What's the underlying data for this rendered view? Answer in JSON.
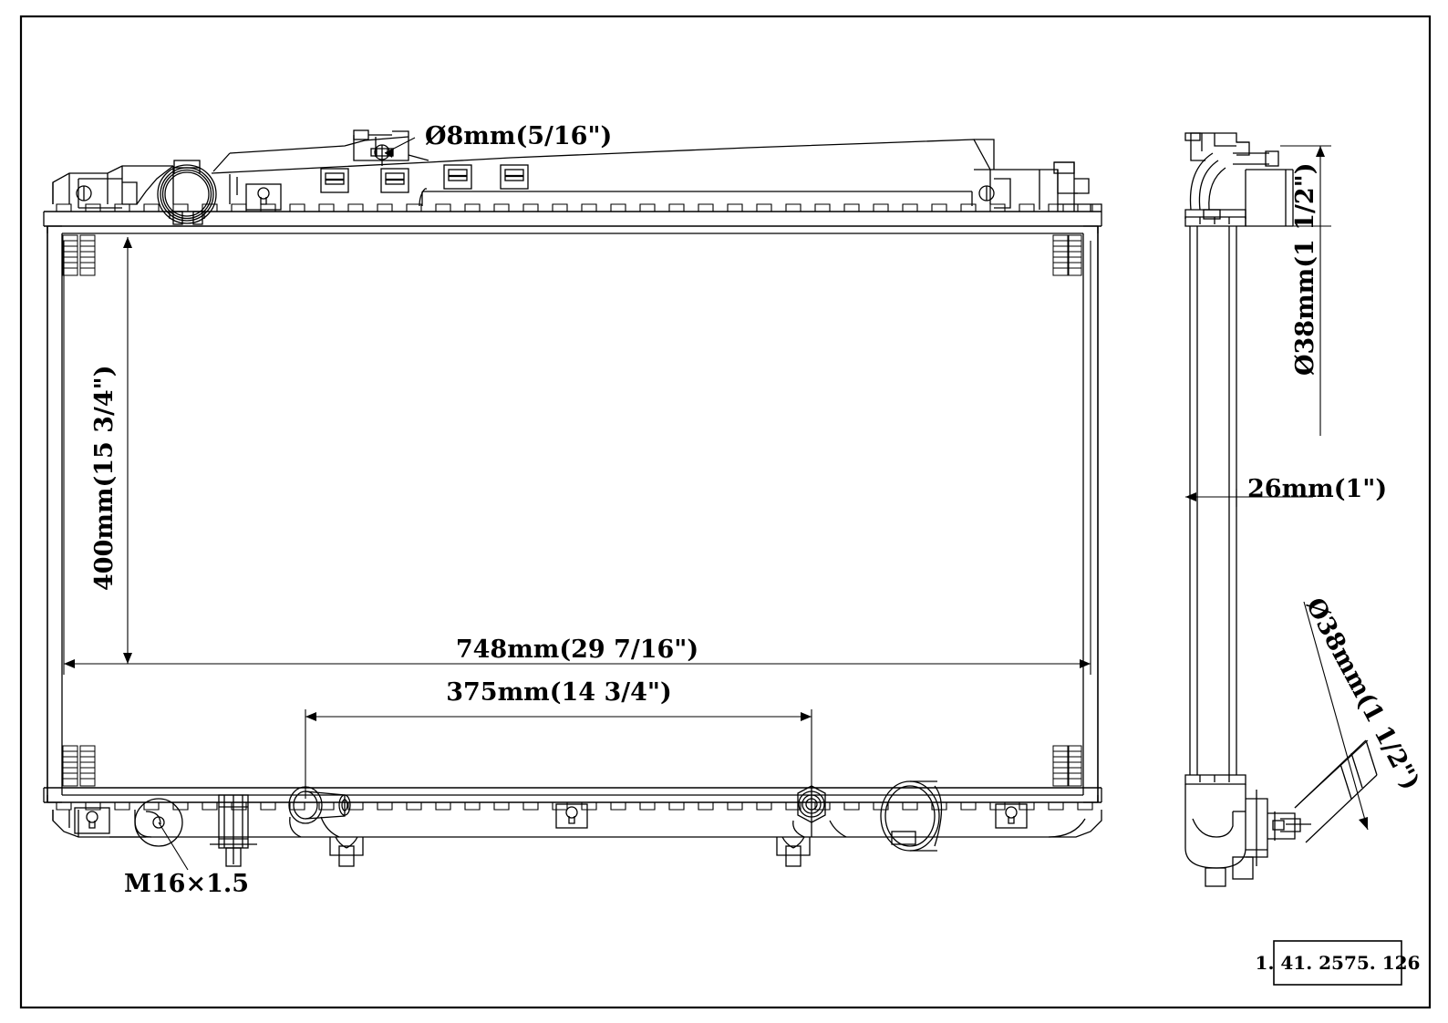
{
  "document": {
    "type": "engineering-drawing",
    "subject": "automotive-radiator",
    "views": [
      "front-elevation",
      "right-side-elevation"
    ],
    "line_color": "#000000",
    "background_color": "#ffffff",
    "frame": {
      "visible": true,
      "color": "#000000"
    }
  },
  "title_block": {
    "part_number": "1. 41. 2575. 126"
  },
  "dimensions": {
    "filler_hole": {
      "label": "Ø8mm(5/16\")",
      "value_mm": 8,
      "value_in": "5/16",
      "orientation": "horizontal",
      "leader": true
    },
    "core_height": {
      "label": "400mm(15 3/4\")",
      "value_mm": 400,
      "value_in": "15 3/4",
      "orientation": "vertical",
      "rotation_deg": -90
    },
    "core_width": {
      "label": "748mm(29 7/16\")",
      "value_mm": 748,
      "value_in": "29 7/16",
      "orientation": "horizontal"
    },
    "port_spacing": {
      "label": "375mm(14 3/4\")",
      "value_mm": 375,
      "value_in": "14 3/4",
      "orientation": "horizontal"
    },
    "drain_thread": {
      "label": "M16×1.5",
      "thread": "M16",
      "pitch_mm": 1.5,
      "orientation": "horizontal",
      "leader": true
    },
    "inlet_diameter": {
      "label": "Ø38mm(1 1/2\")",
      "value_mm": 38,
      "value_in": "1 1/2",
      "orientation": "vertical",
      "rotation_deg": -90
    },
    "core_depth": {
      "label": "26mm(1\")",
      "value_mm": 26,
      "value_in": "1",
      "orientation": "horizontal"
    },
    "outlet_diameter": {
      "label": "Ø38mm(1 1/2\")",
      "value_mm": 38,
      "value_in": "1 1/2",
      "orientation": "diagonal",
      "rotation_deg": 62
    }
  }
}
